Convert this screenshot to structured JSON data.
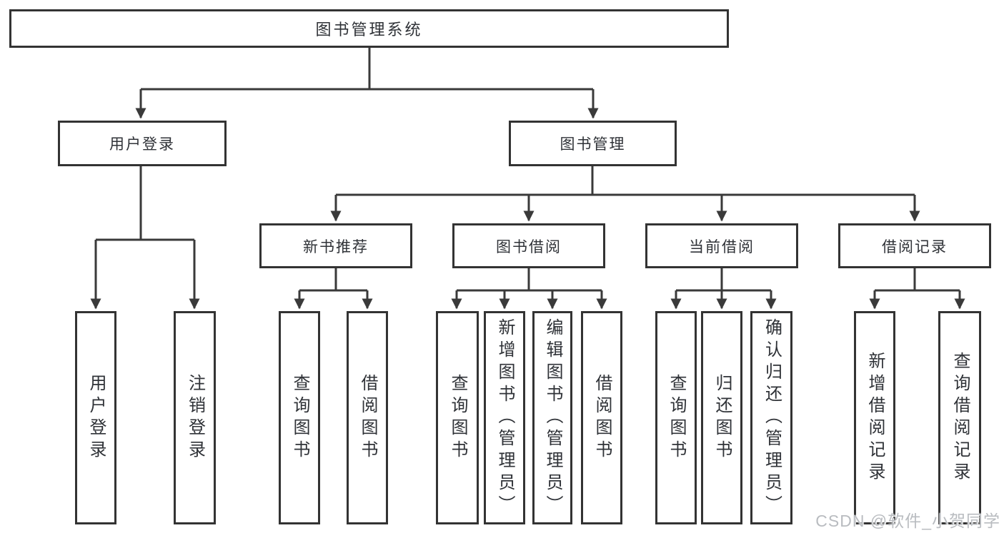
{
  "diagram": {
    "root": "图书管理系统",
    "branches": [
      {
        "label": "用户登录",
        "leaves": [
          "用户登录",
          "注销登录"
        ]
      },
      {
        "label": "图书管理",
        "children": [
          {
            "label": "新书推荐",
            "leaves": [
              "查询图书",
              "借阅图书"
            ]
          },
          {
            "label": "图书借阅",
            "leaves": [
              "查询图书",
              "新增图书（管理员）",
              "编辑图书（管理员）",
              "借阅图书"
            ]
          },
          {
            "label": "当前借阅",
            "leaves": [
              "查询图书",
              "归还图书",
              "确认归还（管理员）"
            ]
          },
          {
            "label": "借阅记录",
            "leaves": [
              "新增借阅记录",
              "查询借阅记录"
            ]
          }
        ]
      }
    ]
  },
  "watermark": "CSDN @软件_小贺同学",
  "colors": {
    "line": "#3a3a3a",
    "box_border": "#333333",
    "text": "#2f3237",
    "watermark": "#b9bcc0",
    "background": "#ffffff"
  }
}
